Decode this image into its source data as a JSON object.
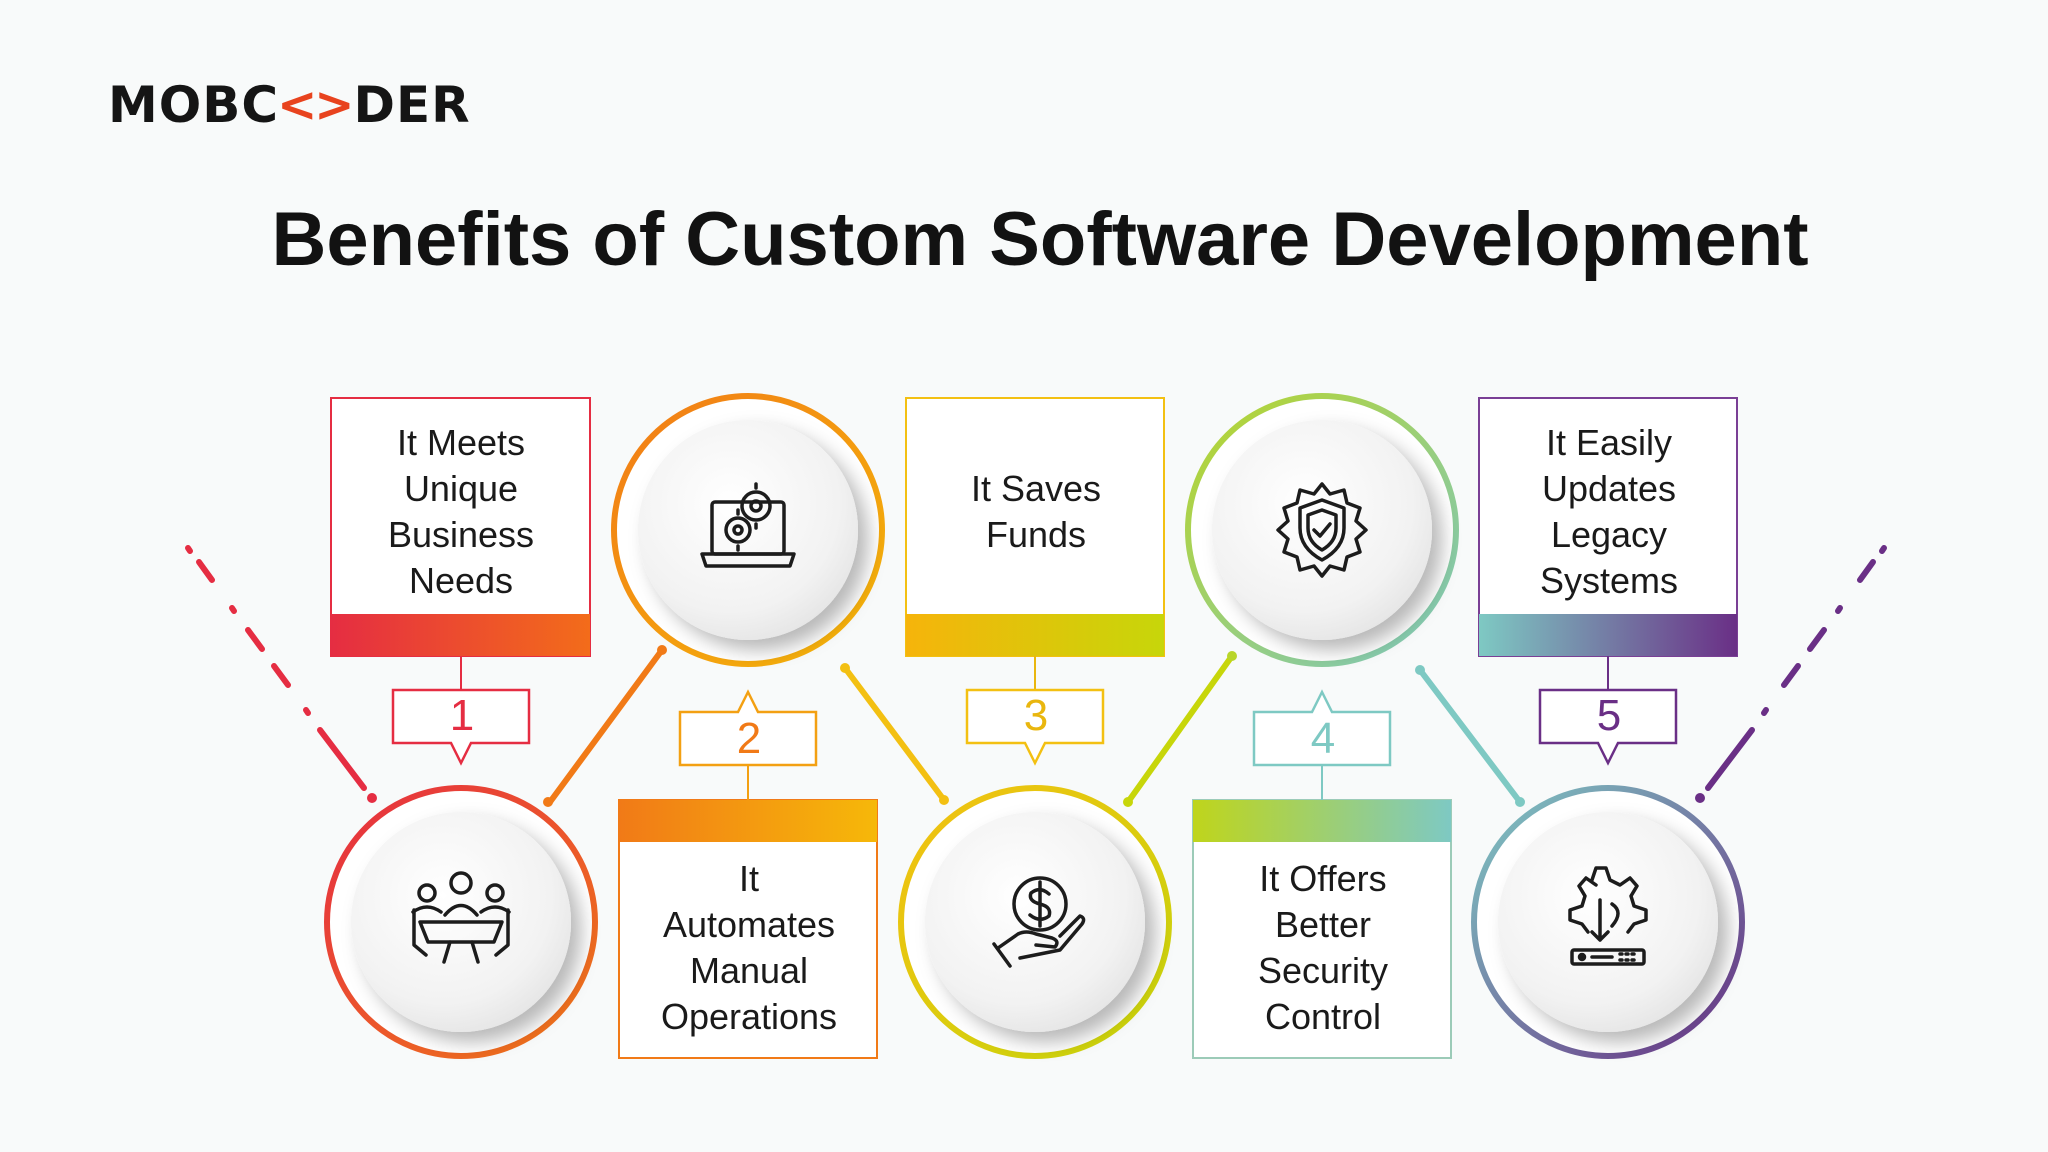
{
  "brand": {
    "prefix": "MOBC",
    "open_bracket": "<",
    "close_bracket": ">",
    "suffix": "DER"
  },
  "title": "Benefits of Custom Software Development",
  "colors": {
    "red": "#e52d42",
    "orange": "#f17a17",
    "yellow": "#f3c012",
    "lime": "#b8d52a",
    "teal": "#7ec9c3",
    "purple": "#6a2f86"
  },
  "benefits": [
    {
      "number": "1",
      "lines": [
        "It Meets",
        "Unique",
        "Business",
        "Needs"
      ],
      "icon": "team-meeting-icon"
    },
    {
      "number": "2",
      "lines": [
        "It",
        "Automates",
        "Manual",
        "Operations"
      ],
      "icon": "laptop-gears-icon"
    },
    {
      "number": "3",
      "lines": [
        "It Saves",
        "Funds"
      ],
      "icon": "hand-dollar-icon"
    },
    {
      "number": "4",
      "lines": [
        "It Offers",
        "Better",
        "Security",
        "Control"
      ],
      "icon": "shield-gear-icon"
    },
    {
      "number": "5",
      "lines": [
        "It Easily",
        "Updates",
        "Legacy",
        "Systems"
      ],
      "icon": "gear-download-server-icon"
    }
  ]
}
